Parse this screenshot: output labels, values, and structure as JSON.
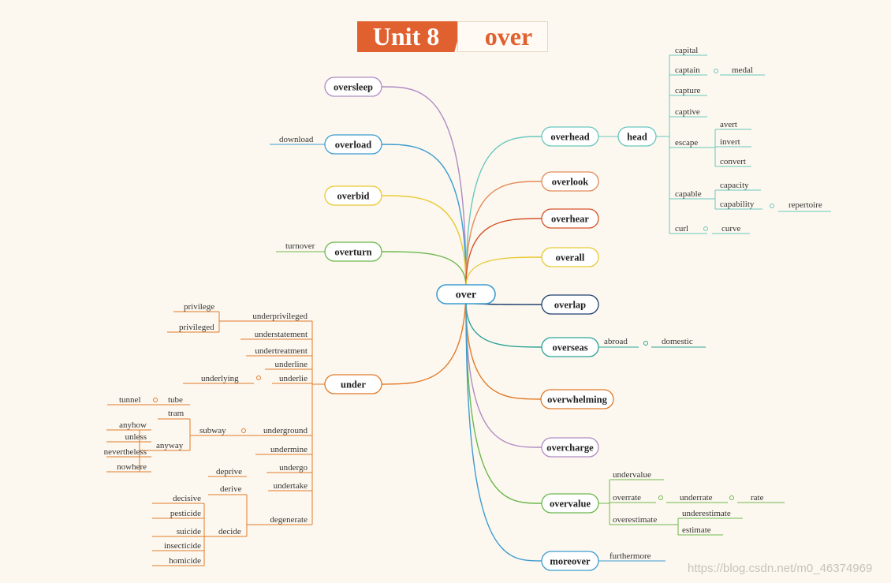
{
  "title": {
    "unit": "Unit 8",
    "word": "over"
  },
  "mindmap": {
    "root": "over",
    "branches": [
      {
        "label": "oversleep",
        "color": "#b08bc4"
      },
      {
        "label": "overload",
        "color": "#3d9bd0",
        "children": [
          "download"
        ]
      },
      {
        "label": "overbid",
        "color": "#e8c934"
      },
      {
        "label": "overturn",
        "color": "#6bb84d",
        "children": [
          "turnover"
        ]
      },
      {
        "label": "under",
        "color": "#e07a2a"
      },
      {
        "label": "overhead",
        "color": "#67c7bf"
      },
      {
        "label": "head",
        "color": "#67c7bf"
      },
      {
        "label": "overlook",
        "color": "#e38a5a"
      },
      {
        "label": "overhear",
        "color": "#d4532a"
      },
      {
        "label": "overall",
        "color": "#e8c934"
      },
      {
        "label": "overlap",
        "color": "#1f3f6e"
      },
      {
        "label": "overseas",
        "color": "#2aa399",
        "children": [
          "abroad",
          "domestic"
        ]
      },
      {
        "label": "overwhelming",
        "color": "#e07a2a"
      },
      {
        "label": "overcharge",
        "color": "#b08bc4"
      },
      {
        "label": "overvalue",
        "color": "#6bb84d"
      },
      {
        "label": "moreover",
        "color": "#3d9bd0",
        "children": [
          "furthermore"
        ]
      }
    ],
    "head_words": [
      "capital",
      "captain",
      "medal",
      "capture",
      "captive",
      "escape",
      "avert",
      "invert",
      "convert",
      "capable",
      "capacity",
      "capability",
      "repertoire",
      "curl",
      "curve"
    ],
    "overvalue_words": [
      "undervalue",
      "overrate",
      "underrate",
      "rate",
      "overestimate",
      "underestimate",
      "estimate"
    ],
    "under_words": [
      "privilege",
      "privileged",
      "underprivileged",
      "understatement",
      "undertreatment",
      "underline",
      "underlying",
      "underlie",
      "tunnel",
      "tube",
      "tram",
      "anyhow",
      "unless",
      "nevertheless",
      "nowhere",
      "anyway",
      "subway",
      "underground",
      "undermine",
      "deprive",
      "undergo",
      "derive",
      "undertake",
      "decisive",
      "pesticide",
      "suicide",
      "decide",
      "degenerate",
      "insecticide",
      "homicide"
    ]
  },
  "watermark": "https://blog.csdn.net/m0_46374969"
}
